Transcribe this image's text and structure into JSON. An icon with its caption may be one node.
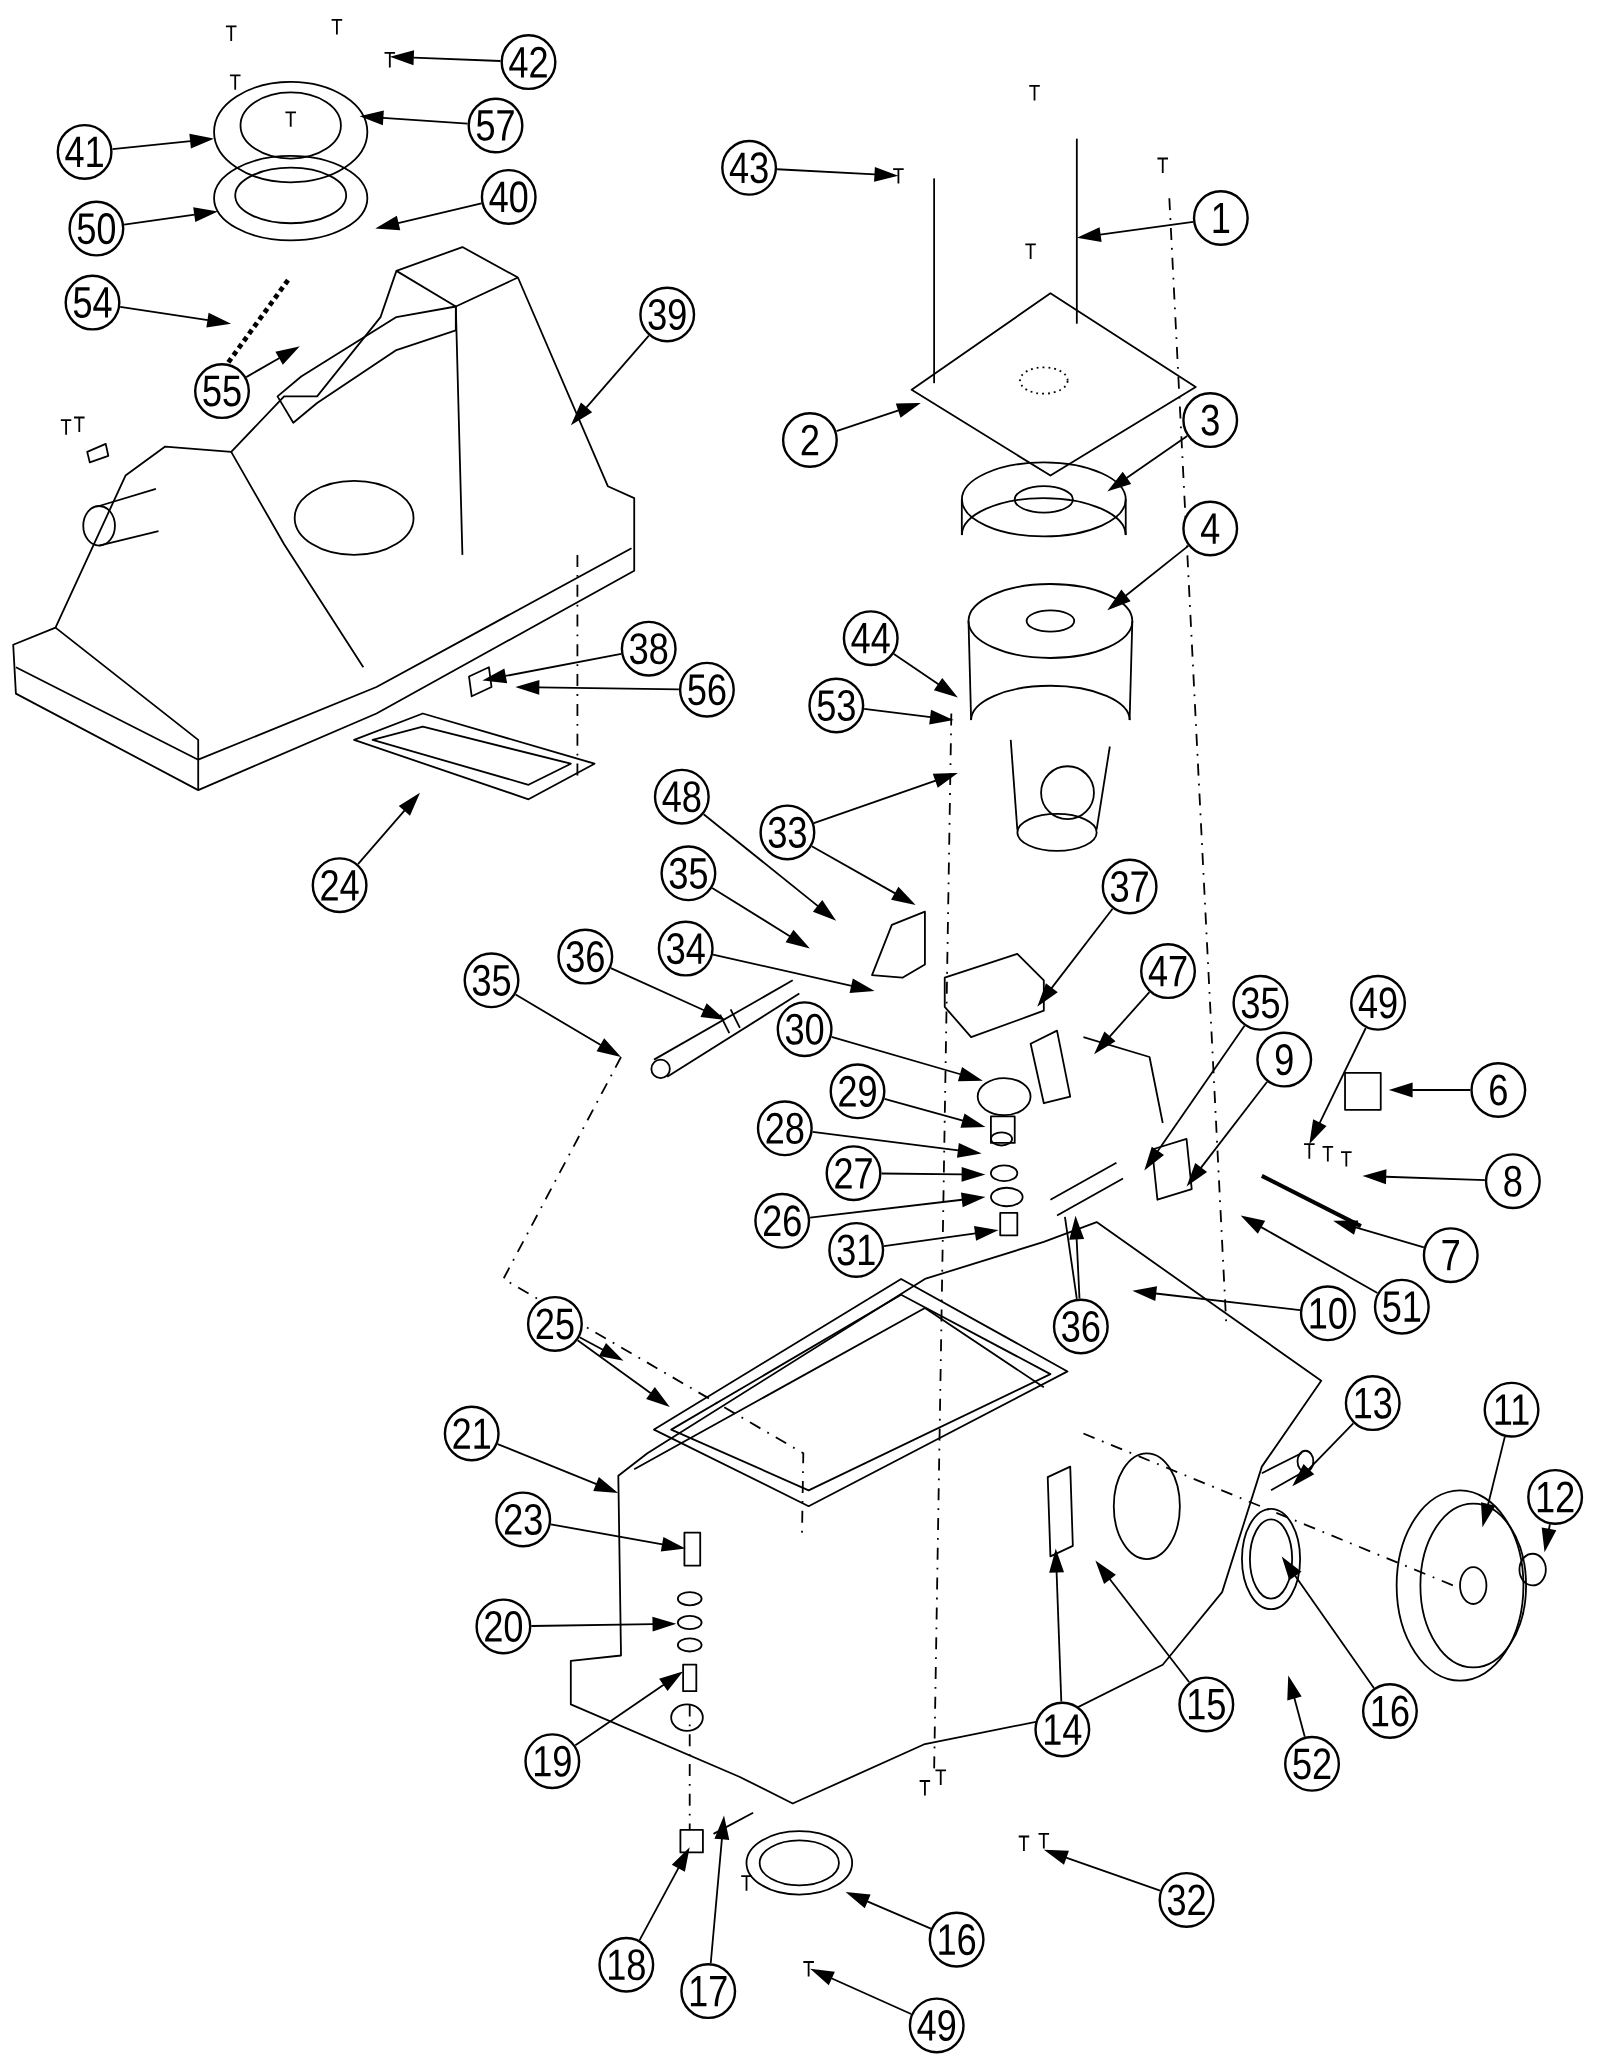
{
  "diagram": {
    "nodes": [
      {
        "text": [
          "1"
        ]
      },
      {
        "text": [
          "2"
        ]
      },
      {
        "text": [
          "3"
        ]
      },
      {
        "text": [
          "4"
        ]
      },
      {
        "text": [
          "6"
        ]
      },
      {
        "text": [
          "7"
        ]
      },
      {
        "text": [
          "8"
        ]
      },
      {
        "text": [
          "9"
        ]
      },
      {
        "text": [
          "10"
        ]
      },
      {
        "text": [
          "11"
        ]
      },
      {
        "text": [
          "12"
        ]
      },
      {
        "text": [
          "13"
        ]
      },
      {
        "text": [
          "14"
        ]
      },
      {
        "text": [
          "15"
        ]
      },
      {
        "text": [
          "16"
        ]
      },
      {
        "text": [
          "16"
        ]
      },
      {
        "text": [
          "17"
        ]
      },
      {
        "text": [
          "18"
        ]
      },
      {
        "text": [
          "19"
        ]
      },
      {
        "text": [
          "20"
        ]
      },
      {
        "text": [
          "21"
        ]
      },
      {
        "text": [
          "23"
        ]
      },
      {
        "text": [
          "24"
        ]
      },
      {
        "text": [
          "25"
        ]
      },
      {
        "text": [
          "26"
        ]
      },
      {
        "text": [
          "27"
        ]
      },
      {
        "text": [
          "28"
        ]
      },
      {
        "text": [
          "29"
        ]
      },
      {
        "text": [
          "30"
        ]
      },
      {
        "text": [
          "31"
        ]
      },
      {
        "text": [
          "32"
        ]
      },
      {
        "text": [
          "33"
        ]
      },
      {
        "text": [
          "34"
        ]
      },
      {
        "text": [
          "35"
        ]
      },
      {
        "text": [
          "35"
        ]
      },
      {
        "text": [
          "35"
        ]
      },
      {
        "text": [
          "36"
        ]
      },
      {
        "text": [
          "36"
        ]
      },
      {
        "text": [
          "37"
        ]
      },
      {
        "text": [
          "38"
        ]
      },
      {
        "text": [
          "39"
        ]
      },
      {
        "text": [
          "40"
        ]
      },
      {
        "text": [
          "41"
        ]
      },
      {
        "text": [
          "42"
        ]
      },
      {
        "text": [
          "43"
        ]
      },
      {
        "text": [
          "44"
        ]
      },
      {
        "text": [
          "47"
        ]
      },
      {
        "text": [
          "48"
        ]
      },
      {
        "text": [
          "49"
        ]
      },
      {
        "text": [
          "49"
        ]
      },
      {
        "text": [
          "50"
        ]
      },
      {
        "text": [
          "51"
        ]
      },
      {
        "text": [
          "52"
        ]
      },
      {
        "text": [
          "53"
        ]
      },
      {
        "text": [
          "54"
        ]
      },
      {
        "text": [
          "55"
        ]
      },
      {
        "text": [
          "56"
        ]
      },
      {
        "text": [
          "57"
        ]
      }
    ],
    "edges": [
      {
        "from": 0,
        "to": null,
        "arrow": "to"
      },
      {
        "from": 1,
        "to": null,
        "arrow": "to"
      },
      {
        "from": 2,
        "to": null,
        "arrow": "to"
      },
      {
        "from": 3,
        "to": null,
        "arrow": "to"
      },
      {
        "from": 4,
        "to": null,
        "arrow": "to"
      },
      {
        "from": 5,
        "to": null,
        "arrow": "to"
      },
      {
        "from": 6,
        "to": null,
        "arrow": "to"
      },
      {
        "from": 7,
        "to": null,
        "arrow": "to"
      },
      {
        "from": 8,
        "to": null,
        "arrow": "to"
      },
      {
        "from": 9,
        "to": null,
        "arrow": "to"
      },
      {
        "from": 10,
        "to": null,
        "arrow": "to"
      },
      {
        "from": 11,
        "to": null,
        "arrow": "to"
      },
      {
        "from": 12,
        "to": null,
        "arrow": "to"
      },
      {
        "from": 13,
        "to": null,
        "arrow": "to"
      },
      {
        "from": 14,
        "to": null,
        "arrow": "to"
      },
      {
        "from": 15,
        "to": null,
        "arrow": "to"
      },
      {
        "from": 16,
        "to": null,
        "arrow": "to"
      },
      {
        "from": 17,
        "to": null,
        "arrow": "to"
      },
      {
        "from": 18,
        "to": null,
        "arrow": "to"
      },
      {
        "from": 19,
        "to": null,
        "arrow": "to"
      },
      {
        "from": 20,
        "to": null,
        "arrow": "to"
      },
      {
        "from": 21,
        "to": null,
        "arrow": "to"
      },
      {
        "from": 22,
        "to": null,
        "arrow": "to"
      },
      {
        "from": 23,
        "to": null,
        "arrow": "to"
      },
      {
        "from": 23,
        "to": null,
        "arrow": "to"
      },
      {
        "from": 24,
        "to": null,
        "arrow": "to"
      },
      {
        "from": 25,
        "to": null,
        "arrow": "to"
      },
      {
        "from": 26,
        "to": null,
        "arrow": "to"
      },
      {
        "from": 27,
        "to": null,
        "arrow": "to"
      },
      {
        "from": 28,
        "to": null,
        "arrow": "to"
      },
      {
        "from": 29,
        "to": null,
        "arrow": "to"
      },
      {
        "from": 30,
        "to": null,
        "arrow": "to"
      },
      {
        "from": 31,
        "to": null,
        "arrow": "to"
      },
      {
        "from": 31,
        "to": null,
        "arrow": "to"
      },
      {
        "from": 32,
        "to": null,
        "arrow": "to"
      },
      {
        "from": 33,
        "to": null,
        "arrow": "to"
      },
      {
        "from": 34,
        "to": null,
        "arrow": "to"
      },
      {
        "from": 35,
        "to": null,
        "arrow": "to"
      },
      {
        "from": 36,
        "to": null,
        "arrow": "to"
      },
      {
        "from": 37,
        "to": null,
        "arrow": "to"
      },
      {
        "from": 37,
        "to": null,
        "arrow": "none"
      },
      {
        "from": 38,
        "to": null,
        "arrow": "to"
      },
      {
        "from": 39,
        "to": null,
        "arrow": "to"
      },
      {
        "from": 40,
        "to": null,
        "arrow": "to"
      },
      {
        "from": 41,
        "to": null,
        "arrow": "to"
      },
      {
        "from": 42,
        "to": null,
        "arrow": "to"
      },
      {
        "from": 43,
        "to": null,
        "arrow": "to"
      },
      {
        "from": 44,
        "to": null,
        "arrow": "to"
      },
      {
        "from": 45,
        "to": null,
        "arrow": "to"
      },
      {
        "from": 46,
        "to": null,
        "arrow": "to"
      },
      {
        "from": 47,
        "to": null,
        "arrow": "to"
      },
      {
        "from": 48,
        "to": null,
        "arrow": "to"
      },
      {
        "from": 49,
        "to": null,
        "arrow": "to"
      },
      {
        "from": 50,
        "to": null,
        "arrow": "to"
      },
      {
        "from": 51,
        "to": null,
        "arrow": "to"
      },
      {
        "from": 52,
        "to": null,
        "arrow": "to"
      },
      {
        "from": 53,
        "to": null,
        "arrow": "to"
      },
      {
        "from": 54,
        "to": null,
        "arrow": "to"
      },
      {
        "from": 55,
        "to": null,
        "arrow": "to"
      },
      {
        "from": 56,
        "to": null,
        "arrow": "to"
      },
      {
        "from": 57,
        "to": null,
        "arrow": "to"
      }
    ]
  }
}
